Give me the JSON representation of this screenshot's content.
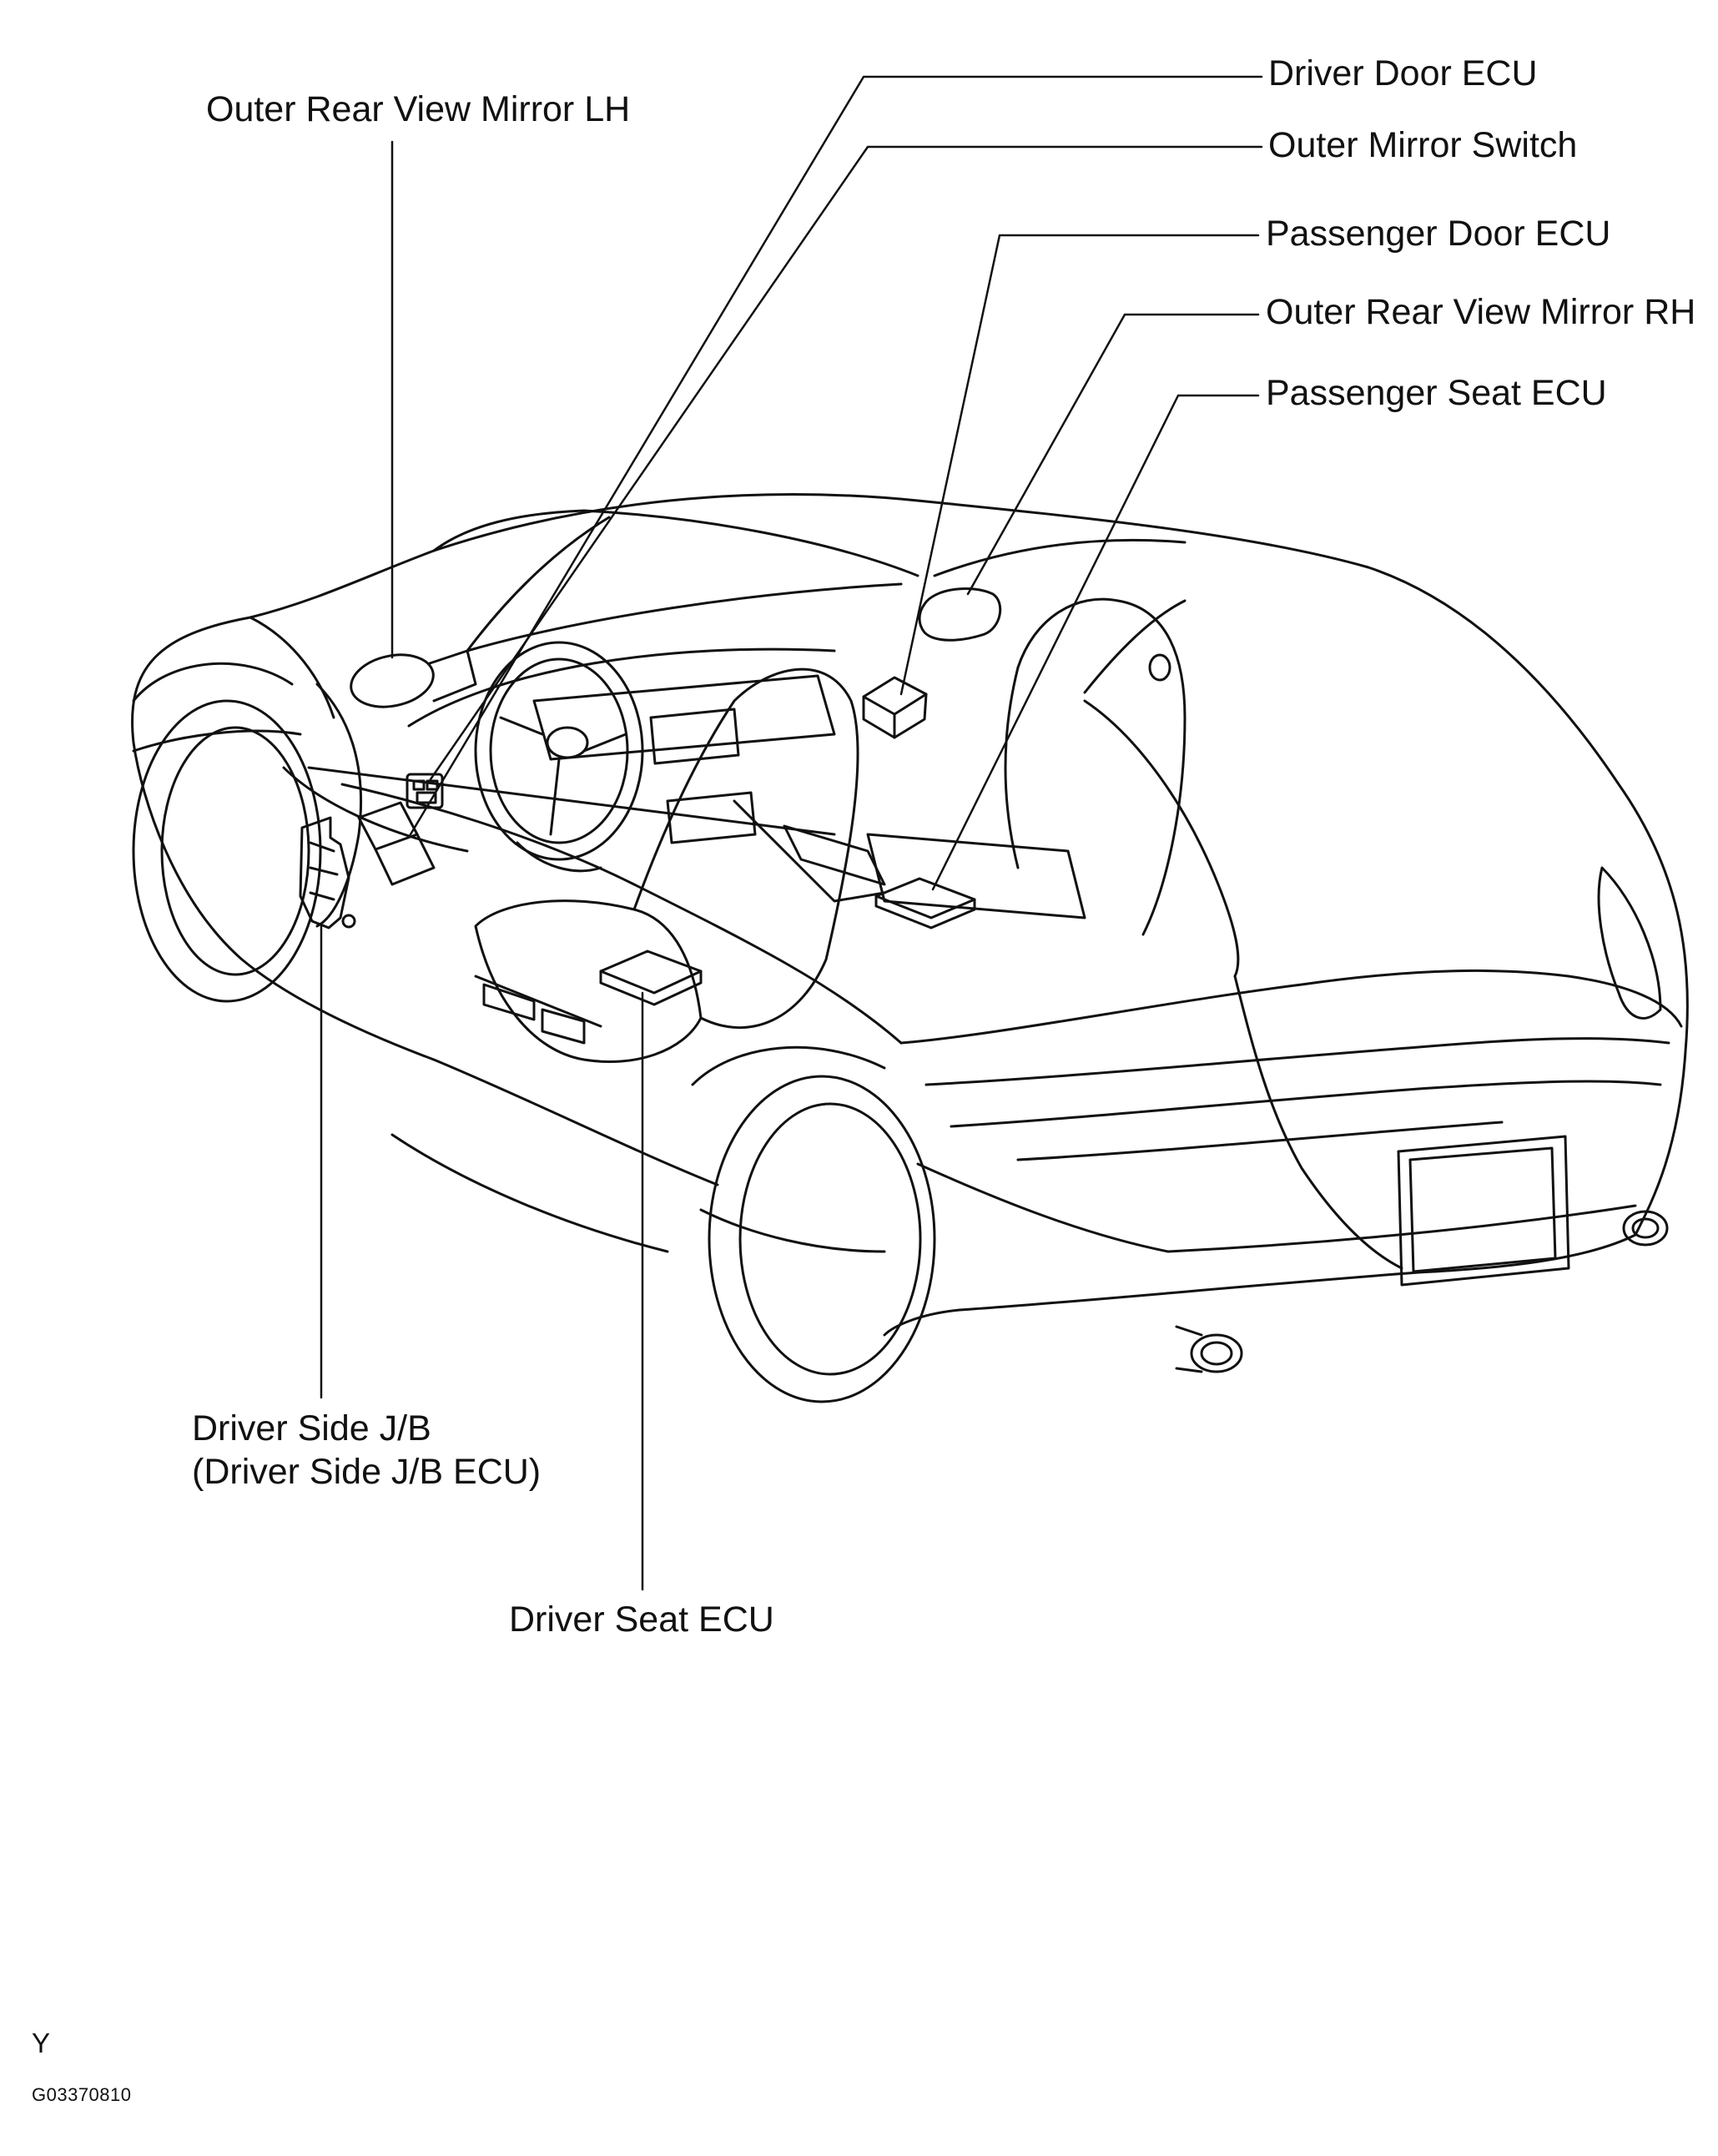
{
  "labels": {
    "driver_door_ecu": "Driver Door ECU",
    "outer_mirror_switch": "Outer Mirror Switch",
    "passenger_door_ecu": "Passenger Door ECU",
    "outer_rear_view_mirror_rh": "Outer Rear View Mirror RH",
    "passenger_seat_ecu": "Passenger Seat ECU",
    "outer_rear_view_mirror_lh": "Outer Rear View Mirror LH",
    "driver_side_jb_line1": "Driver Side J/B",
    "driver_side_jb_line2": "(Driver Side J/B ECU)",
    "driver_seat_ecu": "Driver Seat ECU"
  },
  "footer": {
    "marker": "Y",
    "figure_code": "G03370810"
  }
}
